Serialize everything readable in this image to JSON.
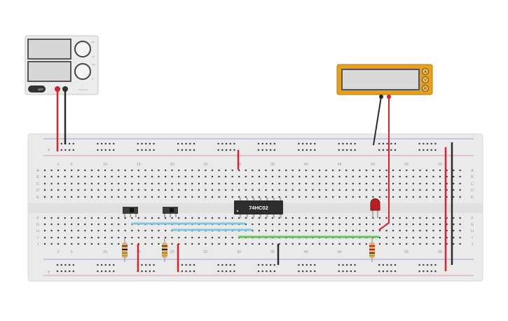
{
  "power_supply": {
    "knob_labels": [
      "CC",
      "CV",
      "mA",
      "V"
    ],
    "switch_label": "OFF",
    "brand_label": "Tinkercad",
    "readout_voltage": "",
    "readout_current": ""
  },
  "multimeter": {
    "mode_buttons": [
      "A",
      "V",
      "R"
    ],
    "readout": ""
  },
  "breadboard": {
    "column_numbers": [
      "1",
      "5",
      "10",
      "15",
      "20",
      "25",
      "30",
      "35",
      "40",
      "45",
      "50",
      "55",
      "60"
    ],
    "row_letters_top": [
      "A",
      "B",
      "C",
      "D",
      "E"
    ],
    "row_letters_bottom": [
      "F",
      "G",
      "H",
      "I",
      "J"
    ],
    "rail_plus": "+",
    "rail_minus": "-"
  },
  "chip": {
    "label": "74HC02"
  },
  "colors": {
    "wire_red": "#d9262b",
    "wire_black": "#2b2b2b",
    "wire_blue": "#7ec8e3",
    "wire_green": "#63c25a",
    "multimeter_body": "#e7a01b",
    "breadboard": "#eaeaea",
    "led": "#b81f22"
  }
}
